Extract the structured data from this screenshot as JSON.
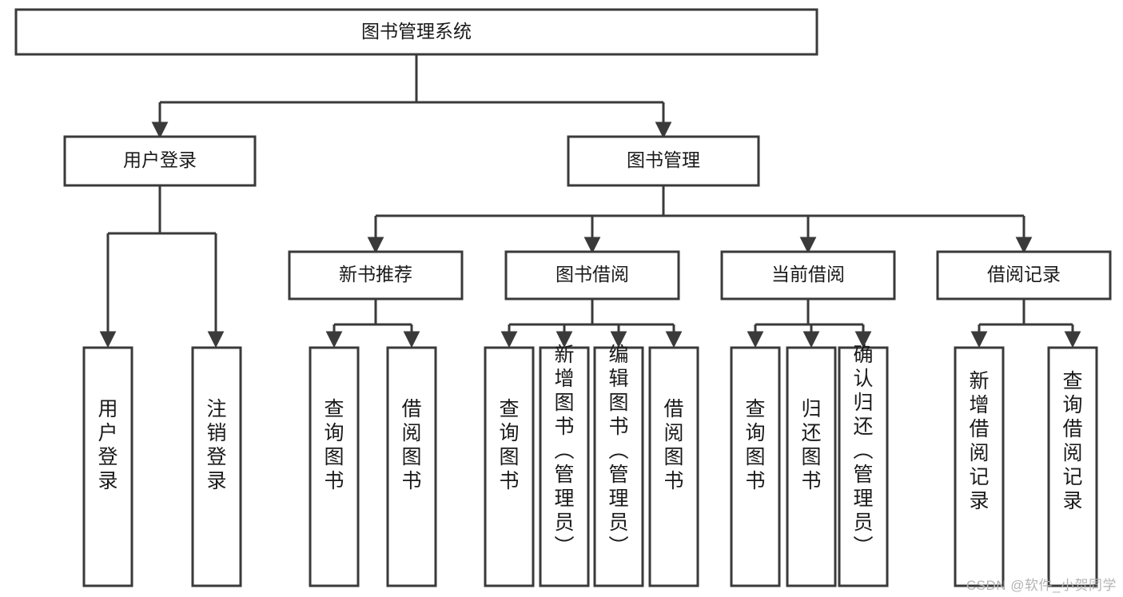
{
  "diagram": {
    "type": "tree",
    "title": "图书管理系统",
    "watermark": "CSDN @软件_小贺同学",
    "colors": {
      "stroke": "#3a3a3a",
      "fill": "#ffffff",
      "text": "#1a1a1a",
      "watermark": "#b4b4b4"
    },
    "root": {
      "label": "图书管理系统"
    },
    "level2": [
      {
        "label": "用户登录"
      },
      {
        "label": "图书管理"
      }
    ],
    "level3": [
      {
        "label": "新书推荐"
      },
      {
        "label": "图书借阅"
      },
      {
        "label": "当前借阅"
      },
      {
        "label": "借阅记录"
      }
    ],
    "leaves": {
      "user_login": [
        {
          "label": "用户登录"
        },
        {
          "label": "注销登录"
        }
      ],
      "new_book_recommend": [
        {
          "label": "查询图书"
        },
        {
          "label": "借阅图书"
        }
      ],
      "book_borrow": [
        {
          "label": "查询图书"
        },
        {
          "label": "新增图书（管理员）"
        },
        {
          "label": "编辑图书（管理员）"
        },
        {
          "label": "借阅图书"
        }
      ],
      "current_borrow": [
        {
          "label": "查询图书"
        },
        {
          "label": "归还图书"
        },
        {
          "label": "确认归还（管理员）"
        }
      ],
      "borrow_record": [
        {
          "label": "新增借阅记录"
        },
        {
          "label": "查询借阅记录"
        }
      ]
    }
  }
}
